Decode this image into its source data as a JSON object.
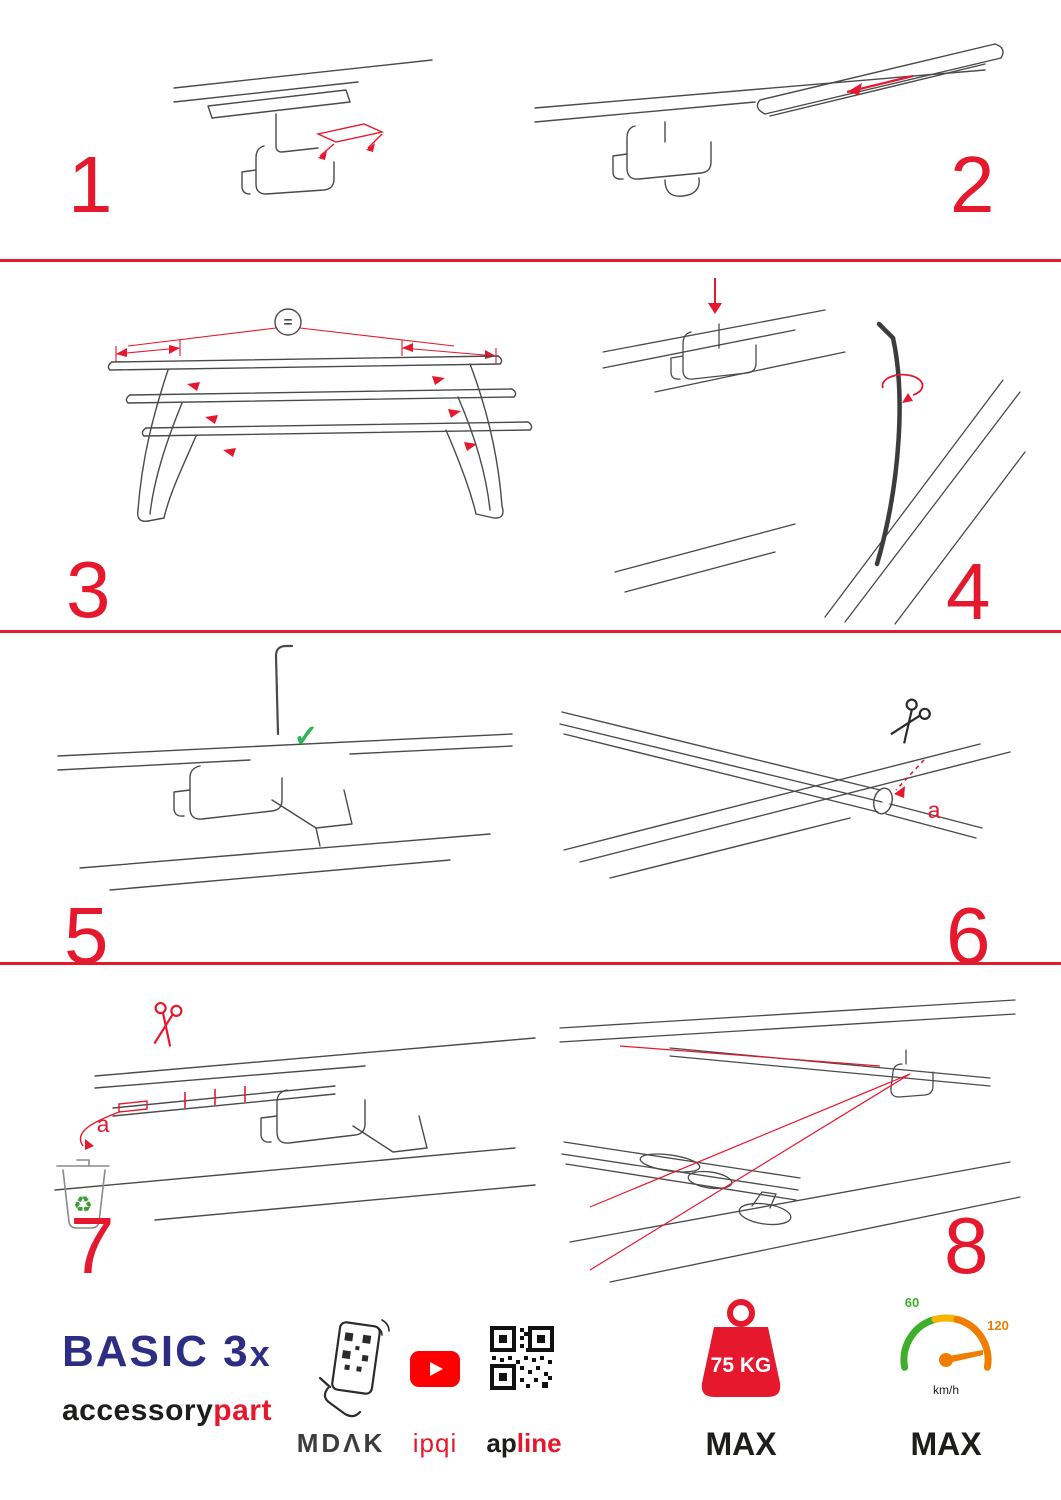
{
  "colors": {
    "accent_red": "#e6182e",
    "brand_blue": "#2e2d84",
    "youtube_red": "#ff0000",
    "gauge_green": "#3fae2a",
    "gauge_yellow": "#f7b500",
    "gauge_orange": "#f07d00",
    "check_green": "#2fb457",
    "recycle_green": "#3f9c35",
    "drawing_ink": "#4a4a4a"
  },
  "steps": {
    "s1": {
      "number": "1"
    },
    "s2": {
      "number": "2"
    },
    "s3": {
      "number": "3",
      "equals_label": "="
    },
    "s4": {
      "number": "4"
    },
    "s5": {
      "number": "5",
      "check_mark": "✓"
    },
    "s6": {
      "number": "6",
      "cut_label": "a"
    },
    "s7": {
      "number": "7",
      "cut_label": "a",
      "recycle_mark": "♻"
    },
    "s8": {
      "number": "8"
    }
  },
  "footer": {
    "brand_title": "BASIC 3",
    "brand_title_x": "x",
    "brand_sub_left": "accessory",
    "brand_sub_right": "part",
    "mdak_label": "MDΛK",
    "ipqi_label": "ipqi",
    "apline_left": "ap",
    "apline_right": "line",
    "weight": {
      "value": "75 KG",
      "max_label": "MAX"
    },
    "speed": {
      "tick_low": "60",
      "tick_high": "120",
      "unit": "km/h",
      "max_label": "MAX"
    }
  }
}
